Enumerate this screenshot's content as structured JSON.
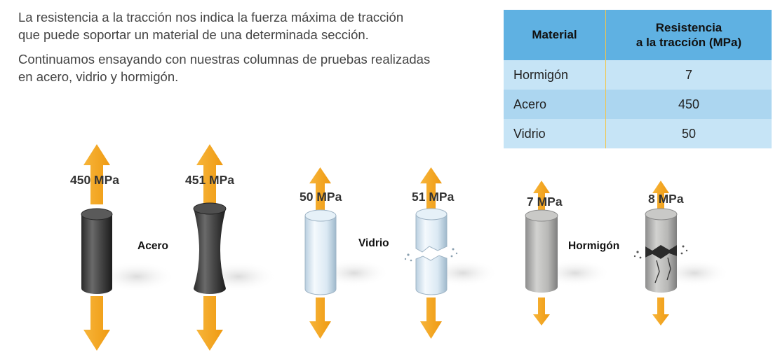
{
  "intro": {
    "paragraph1_line1": "La resistencia a la tracción nos indica la fuerza máxima de tracción",
    "paragraph1_line2": "que puede soportar un material de una determinada sección.",
    "paragraph2_line1": "Continuamos ensayando con nuestras columnas de pruebas realizadas",
    "paragraph2_line2": "en acero, vidrio y hormigón."
  },
  "table": {
    "header_material": "Material",
    "header_resistance_line1": "Resistencia",
    "header_resistance_line2": "a la tracción (MPa)",
    "rows": [
      {
        "material": "Hormigón",
        "value": "7"
      },
      {
        "material": "Acero",
        "value": "450"
      },
      {
        "material": "Vidrio",
        "value": "50"
      }
    ]
  },
  "specimens": [
    {
      "pressure": "450 MPa",
      "state": "intact",
      "material": "steel"
    },
    {
      "pressure": "451 MPa",
      "state": "necked",
      "material": "steel"
    },
    {
      "pressure": "50 MPa",
      "state": "intact",
      "material": "glass"
    },
    {
      "pressure": "51 MPa",
      "state": "broken",
      "material": "glass"
    },
    {
      "pressure": "7 MPa",
      "state": "intact",
      "material": "concrete"
    },
    {
      "pressure": "8 MPa",
      "state": "broken",
      "material": "concrete"
    }
  ],
  "material_labels": {
    "steel": "Acero",
    "glass": "Vidrio",
    "concrete": "Hormigón"
  },
  "colors": {
    "arrow": "#f5a623",
    "table_header": "#5fb1e2",
    "table_row_light": "#c6e4f6",
    "table_row_dark": "#acd6f0"
  }
}
